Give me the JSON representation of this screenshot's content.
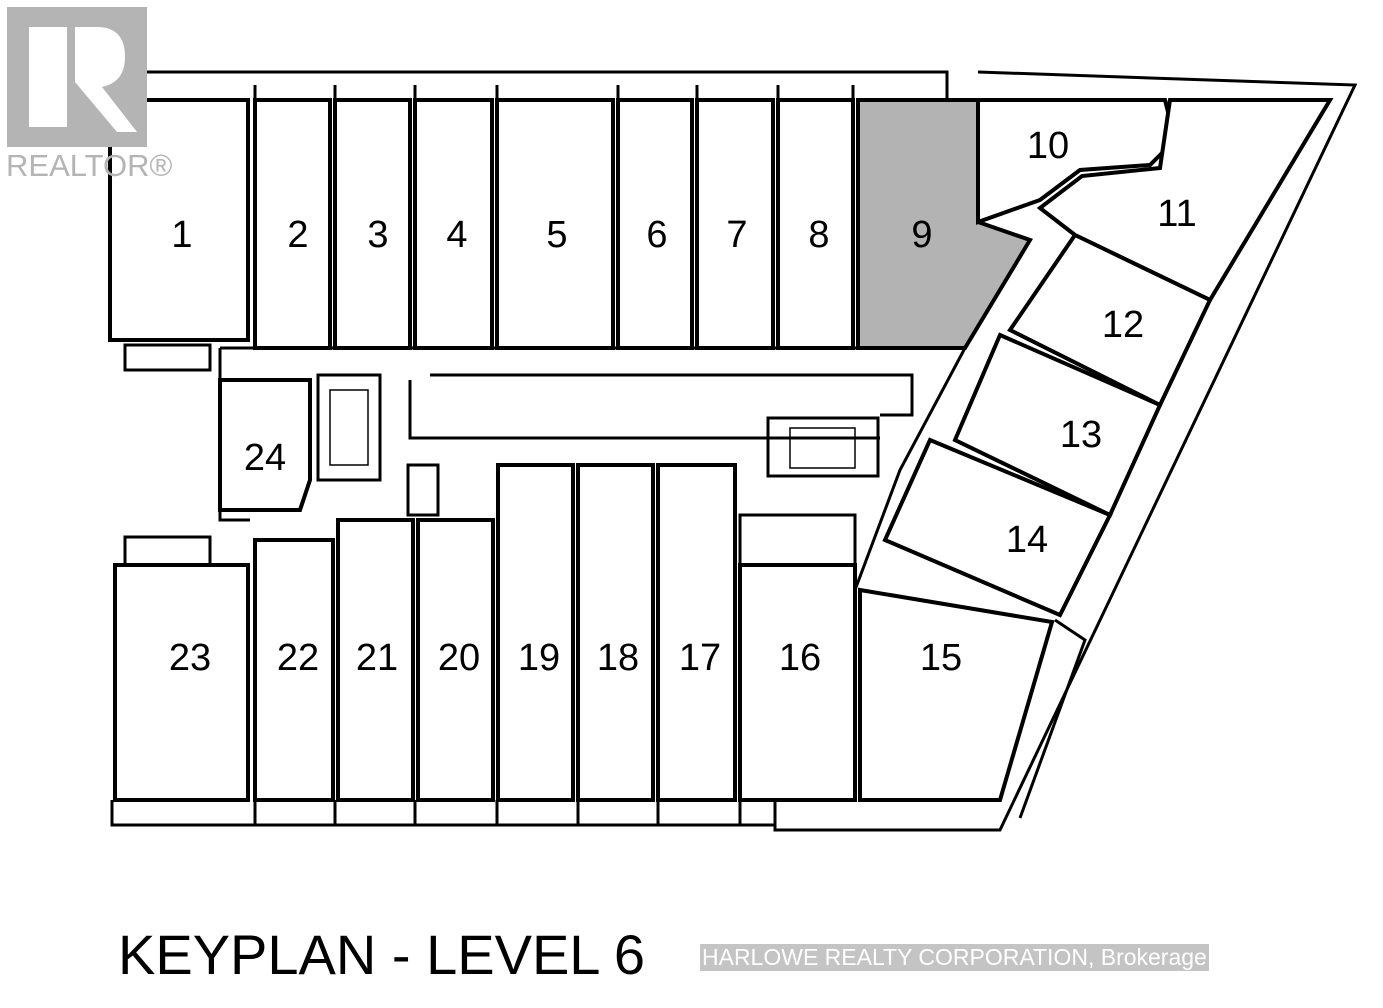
{
  "logo": {
    "text": "REALTOR®"
  },
  "title": "KEYPLAN - LEVEL 6",
  "watermark": "HARLOWE REALTY CORPORATION, Brokerage",
  "selected_unit": "9",
  "colors": {
    "selected_fill": "#b3b3b3",
    "wall": "#000000"
  },
  "units": {
    "u1": "1",
    "u2": "2",
    "u3": "3",
    "u4": "4",
    "u5": "5",
    "u6": "6",
    "u7": "7",
    "u8": "8",
    "u9": "9",
    "u10": "10",
    "u11": "11",
    "u12": "12",
    "u13": "13",
    "u14": "14",
    "u15": "15",
    "u16": "16",
    "u17": "17",
    "u18": "18",
    "u19": "19",
    "u20": "20",
    "u21": "21",
    "u22": "22",
    "u23": "23",
    "u24": "24"
  }
}
